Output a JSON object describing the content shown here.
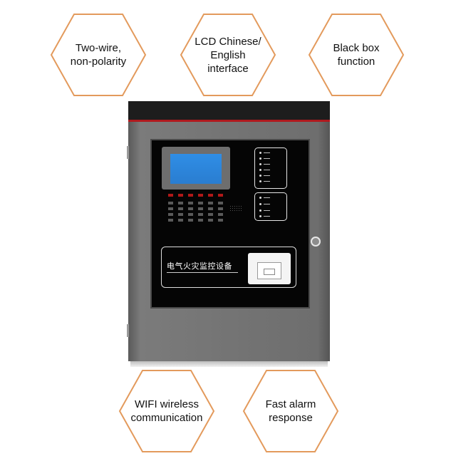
{
  "features": {
    "top_left": "Two-wire,\nnon-polarity",
    "top_center": "LCD Chinese/\nEnglish\ninterface",
    "top_right": "Black box\nfunction",
    "bottom_left": "WIFI wireless\ncommunication",
    "bottom_right": "Fast alarm\nresponse"
  },
  "device": {
    "name": "电气火灾监控设备"
  },
  "colors": {
    "hex_border": "#e39a5c",
    "cabinet_gray": "#747474",
    "accent_red": "#b0191e",
    "lcd_blue": "#2f8ee6"
  }
}
